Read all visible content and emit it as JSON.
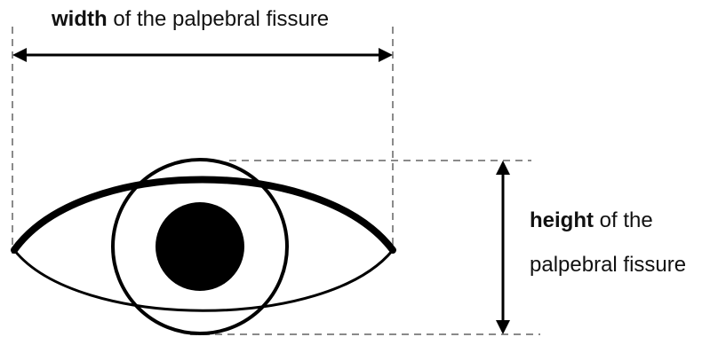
{
  "labels": {
    "width_bold": "width",
    "width_rest": " of the palpebral fissure",
    "height_bold": "height",
    "height_rest": " of the",
    "height_line2": "palpebral fissure"
  },
  "colors": {
    "stroke": "#000000",
    "guide": "#8a8a8a",
    "background": "#ffffff"
  }
}
